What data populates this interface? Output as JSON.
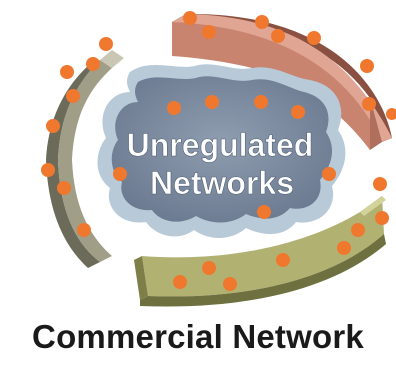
{
  "cloud": {
    "line1": "Unregulated",
    "line2": "Networks"
  },
  "caption": "Commercial Network",
  "colors": {
    "node": "#f0782e",
    "cloud_fill": "#7d8ba0",
    "cloud_glow": "#b8c9d8",
    "arc_red": "#c98470",
    "arc_gray": "#a09e86",
    "arc_green": "#b1b272"
  }
}
